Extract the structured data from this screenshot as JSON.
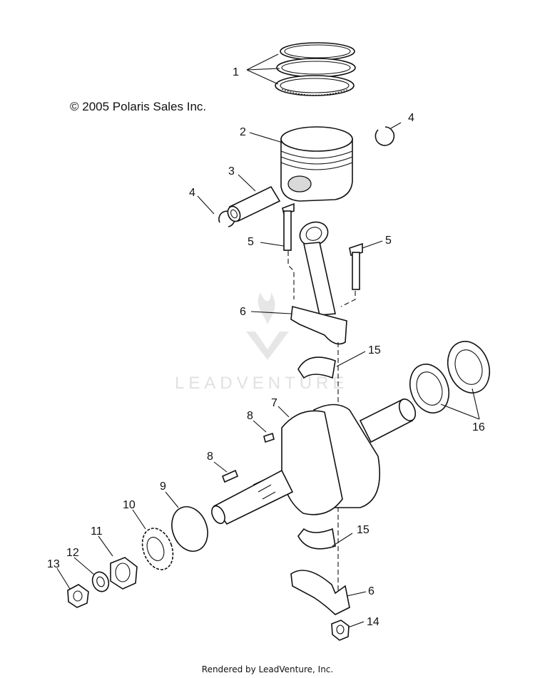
{
  "copyright": "© 2005 Polaris Sales Inc.",
  "watermark": "LEADVENTURE",
  "footer": "Rendered by LeadVenture, Inc.",
  "callouts": {
    "c1": "1",
    "c2": "2",
    "c3": "3",
    "c4a": "4",
    "c4b": "4",
    "c5a": "5",
    "c5b": "5",
    "c6a": "6",
    "c6b": "6",
    "c7": "7",
    "c8a": "8",
    "c8b": "8",
    "c9": "9",
    "c10": "10",
    "c11": "11",
    "c12": "12",
    "c13": "13",
    "c14": "14",
    "c15a": "15",
    "c15b": "15",
    "c16": "16"
  }
}
